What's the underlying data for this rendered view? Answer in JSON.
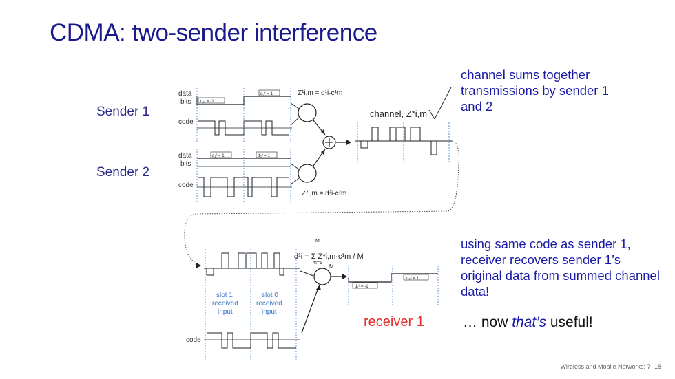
{
  "title": "CDMA: two-sender interference",
  "sender1_label": "Sender 1",
  "sender2_label": "Sender 2",
  "diagram": {
    "data_label": "data",
    "bits_label": "bits",
    "code_label": "code",
    "s1_bit1": "d₁¹ = -1",
    "s1_bit0": "d₀¹ = 1",
    "s2_bit1": "d₁² = 1",
    "s2_bit0": "d₀² = 1",
    "z1_formula": "Z¹i,m = d¹i·c¹m",
    "z2_formula": "Z²i,m = d²i·c²m",
    "channel_label": "channel, Z*i,m",
    "decode_formula": "d¹i = Σ Z*i,m·c¹m / M",
    "sum_from": "m=1",
    "sum_to": "M",
    "divisor": "M",
    "slot1_label": [
      "slot 1",
      "received",
      "input"
    ],
    "slot0_label": [
      "slot 0",
      "received",
      "input"
    ],
    "out_bit1": "d₁¹ = -1",
    "out_bit0": "d₀¹ = 1",
    "receiver_label": "receiver 1"
  },
  "notes": {
    "channel": "channel sums together transmissions by sender 1 and 2",
    "using": "using same code as sender 1, receiver recovers sender 1’s original data from summed channel data!",
    "useful_pre": "… now ",
    "useful_em": "that’s",
    "useful_post": " useful!"
  },
  "footer": "Wireless and Mobile Networks: 7- 18",
  "colors": {
    "title": "#1a1a8c",
    "notes": "#1a1aa8",
    "receiver": "#e03030",
    "slot": "#3a78c8",
    "dotted": "#5a8ad8"
  }
}
